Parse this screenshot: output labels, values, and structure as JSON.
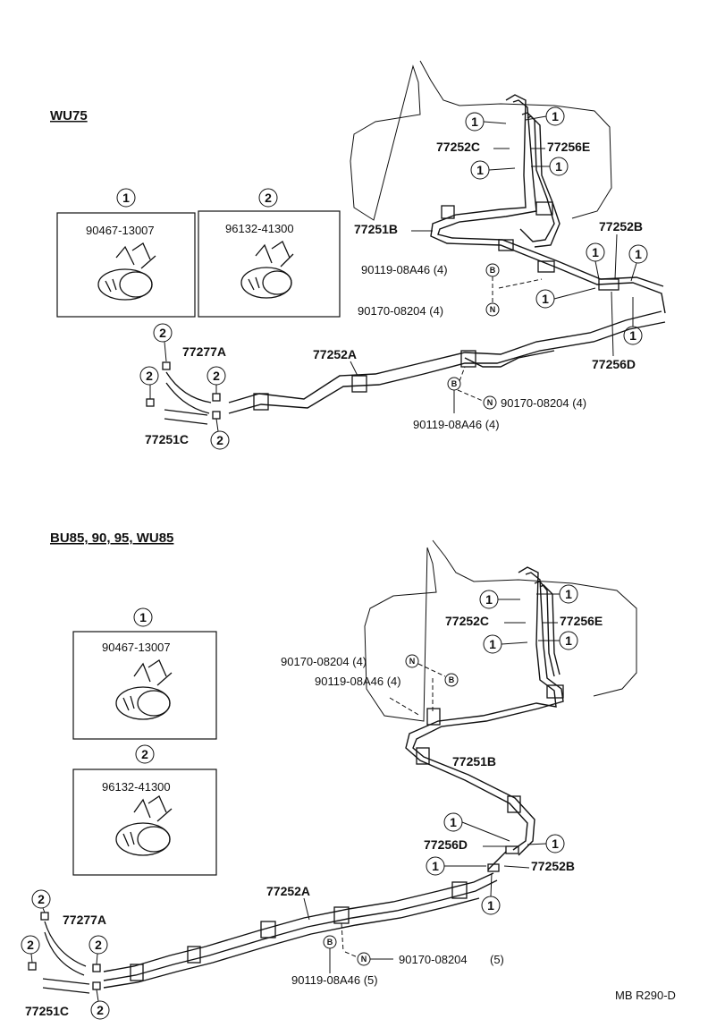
{
  "sections": {
    "top": "WU75",
    "bottom": "BU85, 90, 95, WU85"
  },
  "clamps": {
    "one": "1",
    "two": "2",
    "part1": "90467-13007",
    "part2": "96132-41300"
  },
  "letters": {
    "b": "B",
    "n": "N"
  },
  "top": {
    "p77252C": "77252C",
    "p77256E": "77256E",
    "p77251B": "77251B",
    "p77252B": "77252B",
    "p77256D": "77256D",
    "p77252A": "77252A",
    "p77277A": "77277A",
    "p77251C": "77251C",
    "bolt1": "90119-08A46 (4)",
    "nut1": "90170-08204 (4)",
    "nut2": "90170-08204 (4)",
    "bolt2": "90119-08A46 (4)"
  },
  "bottom": {
    "p77252C": "77252C",
    "p77256E": "77256E",
    "p77251B": "77251B",
    "p77256D": "77256D",
    "p77252B": "77252B",
    "p77252A": "77252A",
    "p77277A": "77277A",
    "p77251C": "77251C",
    "nut1": "90170-08204 (4)",
    "bolt1": "90119-08A46 (4)",
    "nut2": "90170-08204",
    "nut2qty": "(5)",
    "bolt2": "90119-08A46 (5)"
  },
  "footer": "MB R290-D"
}
